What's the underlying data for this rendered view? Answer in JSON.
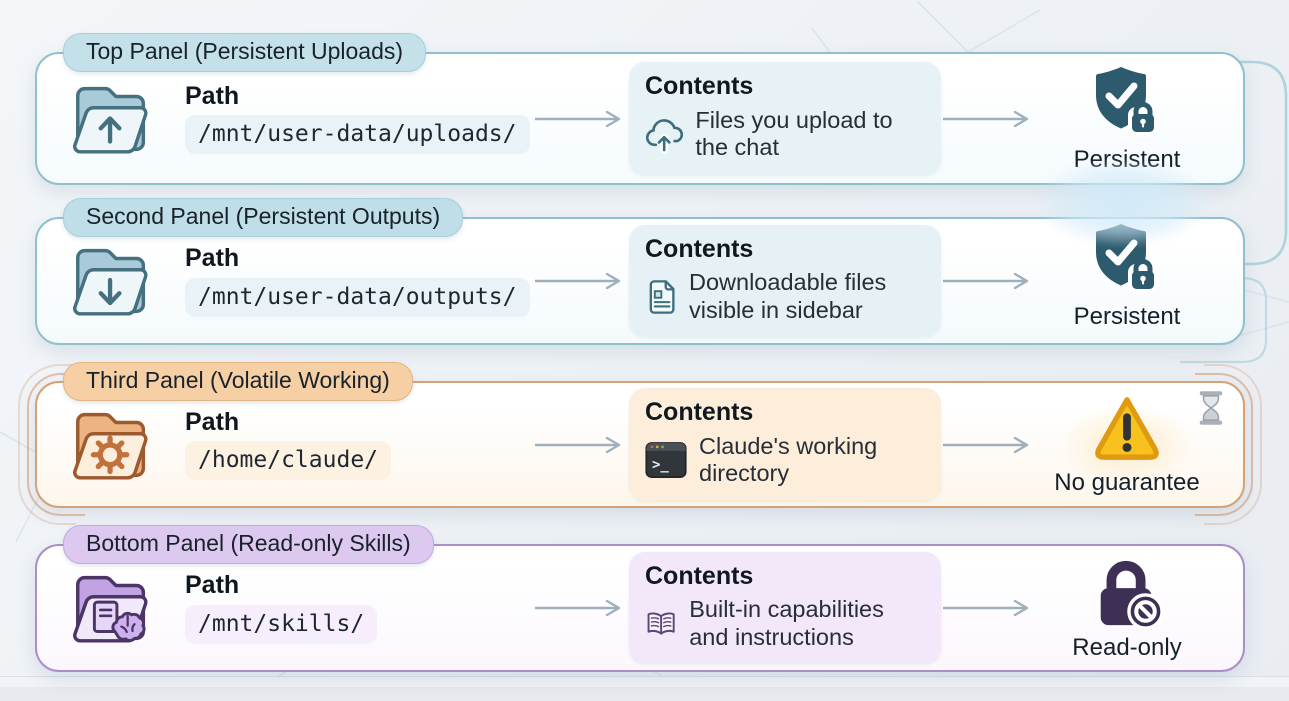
{
  "panels": [
    {
      "label": "Top Panel (Persistent Uploads)",
      "path": {
        "label": "Path",
        "value": "/mnt/user-data/uploads/"
      },
      "contents": {
        "label": "Contents",
        "description": "Files you upload to the chat",
        "icon": "cloud-upload-icon"
      },
      "folder_icon": "folder-upload-icon",
      "status": {
        "label": "Persistent",
        "icon": "shield-check-lock-icon"
      },
      "theme": {
        "border": "#8fc0cd",
        "labelBg": "#c4e0e9",
        "labelBorder": "#a6cfda",
        "chipBg": "#e9f2f6",
        "cardBg": "#e7f2f6",
        "bodyTint": "#f5fbfd",
        "iconStroke": "#3e6d7e",
        "statusColor": "#2e5a6e",
        "folderBack": "#a9cbd9",
        "folderFront": "#eef6f9",
        "folderStroke": "#44707f",
        "glyphColor": "#44707f"
      }
    },
    {
      "label": "Second Panel (Persistent Outputs)",
      "path": {
        "label": "Path",
        "value": "/mnt/user-data/outputs/"
      },
      "contents": {
        "label": "Contents",
        "description": "Downloadable files visible in sidebar",
        "icon": "file-document-icon"
      },
      "folder_icon": "folder-download-icon",
      "status": {
        "label": "Persistent",
        "icon": "shield-check-lock-icon"
      },
      "theme": {
        "border": "#8fc0cd",
        "labelBg": "#c0dee8",
        "labelBorder": "#a6cfda",
        "chipBg": "#e9f2f6",
        "cardBg": "#e5f1f5",
        "bodyTint": "#f4fafc",
        "iconStroke": "#3e6d7e",
        "statusColor": "#2e5a6e",
        "folderBack": "#a9cbd9",
        "folderFront": "#eef6f9",
        "folderStroke": "#44707f",
        "glyphColor": "#44707f"
      }
    },
    {
      "label": "Third Panel (Volatile Working)",
      "path": {
        "label": "Path",
        "value": "/home/claude/"
      },
      "contents": {
        "label": "Contents",
        "description": "Claude's working directory",
        "icon": "terminal-icon"
      },
      "folder_icon": "folder-gear-icon",
      "status": {
        "label": "No guarantee",
        "icon": "warning-triangle-icon",
        "extra_icon": "hourglass-icon"
      },
      "theme": {
        "border": "#d5a175",
        "labelBg": "#f6cfa5",
        "labelBorder": "#e4b384",
        "chipBg": "#fdf1e2",
        "cardBg": "#fdeedc",
        "bodyTint": "#fdf6ec",
        "iconStroke": "#b06a38",
        "statusColor": "#f2b51a",
        "folderBack": "#ecb482",
        "folderFront": "#fbeedd",
        "folderStroke": "#9c5a2e",
        "glyphColor": "#c2703c"
      }
    },
    {
      "label": "Bottom Panel (Read-only Skills)",
      "path": {
        "label": "Path",
        "value": "/mnt/skills/"
      },
      "contents": {
        "label": "Contents",
        "description": "Built-in capabilities and instructions",
        "icon": "open-book-icon"
      },
      "folder_icon": "folder-skills-icon",
      "status": {
        "label": "Read-only",
        "icon": "lock-readonly-icon"
      },
      "theme": {
        "border": "#a88fc7",
        "labelBg": "#ddc9f0",
        "labelBorder": "#c2a9e0",
        "chipBg": "#f6eefb",
        "cardBg": "#f3e7fa",
        "bodyTint": "#fbf7fd",
        "iconStroke": "#5a4678",
        "statusColor": "#3d3054",
        "folderBack": "#c1a3e3",
        "folderFront": "#f1e8fa",
        "folderStroke": "#4a3566",
        "glyphColor": "#4a3566"
      }
    }
  ]
}
